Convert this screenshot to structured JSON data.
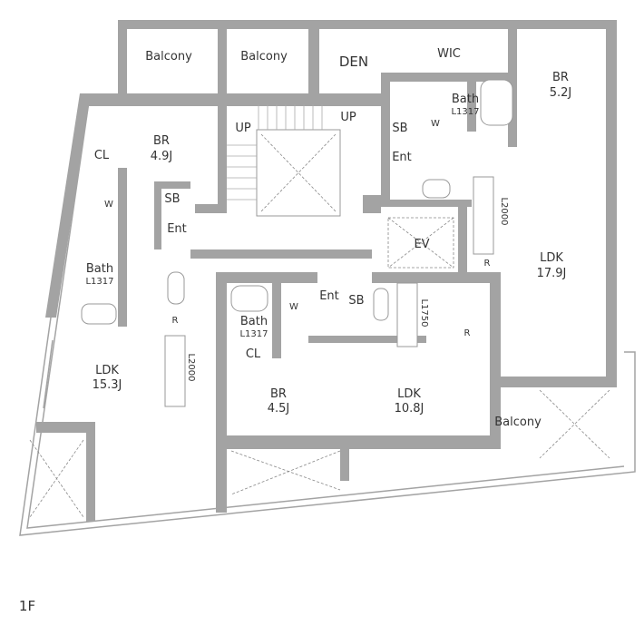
{
  "floor_label": "1F",
  "rooms": {
    "balcony_nw1": "Balcony",
    "balcony_nw2": "Balcony",
    "den": "DEN",
    "wic": "WIC",
    "br_ne": {
      "name": "BR",
      "size": "5.2J"
    },
    "bath_ne": {
      "name": "Bath",
      "size": "L1317"
    },
    "w_ne": "W",
    "sb_ne": "SB",
    "ent_ne": "Ent",
    "stair_up_1": "UP",
    "stair_up_2": "UP",
    "br_nw": {
      "name": "BR",
      "size": "4.9J"
    },
    "cl_nw": "CL",
    "w_nw": "W",
    "sb_nw": "SB",
    "ent_nw": "Ent",
    "ev": "EV",
    "ldk_e": {
      "name": "LDK",
      "size": "17.9J"
    },
    "kitchen_e": "L2000",
    "r_e": "R",
    "bath_w": {
      "name": "Bath",
      "size": "L1317"
    },
    "ldk_w": {
      "name": "LDK",
      "size": "15.3J"
    },
    "kitchen_w": "L2000",
    "r_w": "R",
    "ent_s": "Ent",
    "sb_s": "SB",
    "bath_s": {
      "name": "Bath",
      "size": "L1317"
    },
    "w_s": "W",
    "kitchen_s": "L1750",
    "r_s": "R",
    "cl_s": "CL",
    "br_s": {
      "name": "BR",
      "size": "4.5J"
    },
    "ldk_s": {
      "name": "LDK",
      "size": "10.8J"
    },
    "balcony_se": "Balcony"
  }
}
